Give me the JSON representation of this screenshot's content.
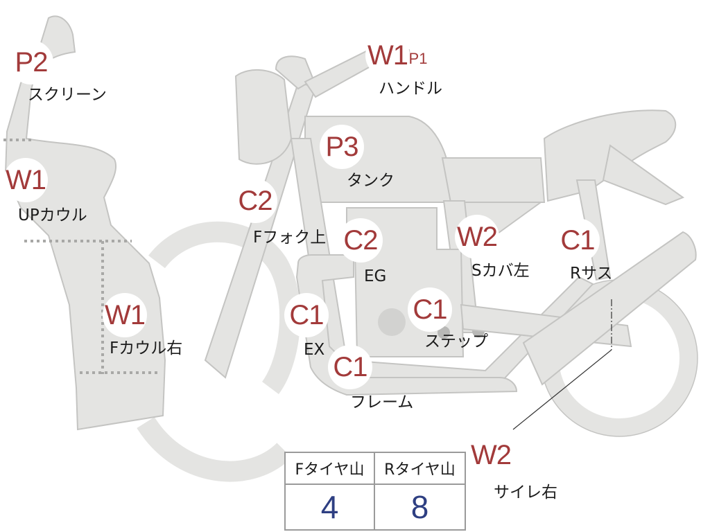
{
  "parts": [
    {
      "id": "screen",
      "grade": "P2",
      "label": "スクリーン"
    },
    {
      "id": "up-cowl",
      "grade": "W1",
      "label": "UPカウル"
    },
    {
      "id": "f-cowl-right",
      "grade": "W1",
      "label": "Fカウル右"
    },
    {
      "id": "handle",
      "grade": "W1",
      "grade_extra": "P1",
      "label": "ハンドル"
    },
    {
      "id": "tank",
      "grade": "P3",
      "label": "タンク"
    },
    {
      "id": "f-fork-upper",
      "grade": "C2",
      "label": "Fフォク上"
    },
    {
      "id": "engine",
      "grade": "C2",
      "label": "EG"
    },
    {
      "id": "s-cover-left",
      "grade": "W2",
      "label": "Sカバ左"
    },
    {
      "id": "r-suspension",
      "grade": "C1",
      "label": "Rサス"
    },
    {
      "id": "exhaust",
      "grade": "C1",
      "label": "EX"
    },
    {
      "id": "step",
      "grade": "C1",
      "label": "ステップ"
    },
    {
      "id": "frame",
      "grade": "C1",
      "label": "フレーム"
    },
    {
      "id": "silencer-right",
      "grade": "W2",
      "label": "サイレ右"
    }
  ],
  "tire_table": {
    "front_label": "Fタイヤ山",
    "rear_label": "Rタイヤ山",
    "front_value": "4",
    "rear_value": "8"
  },
  "colors": {
    "part_fill": "#e4e4e2",
    "part_stroke": "#c4c4c2",
    "grade_text": "#a23a3a",
    "table_value_text": "#2e3f82"
  }
}
